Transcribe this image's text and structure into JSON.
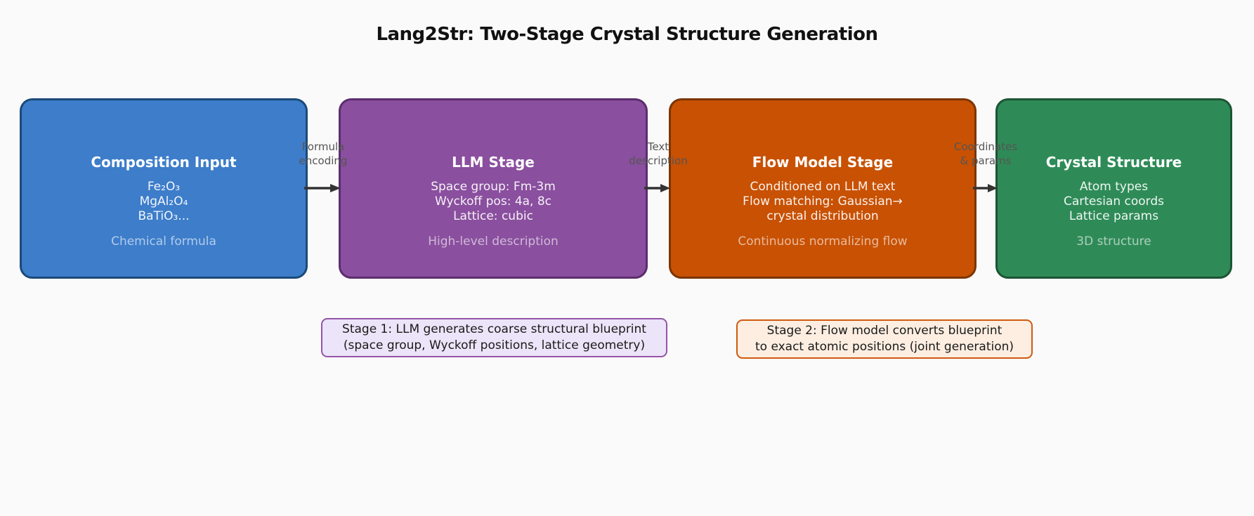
{
  "title": "Lang2Str: Two-Stage Crystal Structure Generation",
  "colors": {
    "background": "#fafafa",
    "title_text": "#111111",
    "arrow": "#333333",
    "connector_label_text": "#555555",
    "note_text": "#1a1a1a"
  },
  "stages": [
    {
      "title": "Composition Input",
      "lines": [
        "Fe₂O₃",
        "MgAl₂O₄",
        "BaTiO₃..."
      ],
      "caption": "Chemical formula",
      "fill": "#3d7dca",
      "border": "#1b4a78"
    },
    {
      "title": "LLM Stage",
      "lines": [
        "Space group: Fm-3m",
        "Wyckoff pos: 4a, 8c",
        "Lattice: cubic"
      ],
      "caption": "High-level description",
      "fill": "#8a4f9e",
      "border": "#5c2d6e"
    },
    {
      "title": "Flow Model Stage",
      "lines": [
        "Conditioned on LLM text",
        "Flow matching: Gaussian→",
        "crystal distribution"
      ],
      "caption": "Continuous normalizing flow",
      "fill": "#c85103",
      "border": "#7c3504"
    },
    {
      "title": "Crystal Structure",
      "lines": [
        "Atom types",
        "Cartesian coords",
        "Lattice params"
      ],
      "caption": "3D structure",
      "fill": "#2e8b57",
      "border": "#1c5434"
    }
  ],
  "connectors": [
    {
      "label": "Formula\nencoding"
    },
    {
      "label": "Text\ndescription"
    },
    {
      "label": "Coordinates\n& params"
    }
  ],
  "notes": [
    {
      "text": "Stage 1: LLM generates coarse structural blueprint\n(space group, Wyckoff positions, lattice geometry)",
      "fill": "#ece4f8",
      "border": "#9455a8"
    },
    {
      "text": "Stage 2: Flow model converts blueprint\nto exact atomic positions (joint generation)",
      "fill": "#fdeee1",
      "border": "#cf5a10"
    }
  ]
}
